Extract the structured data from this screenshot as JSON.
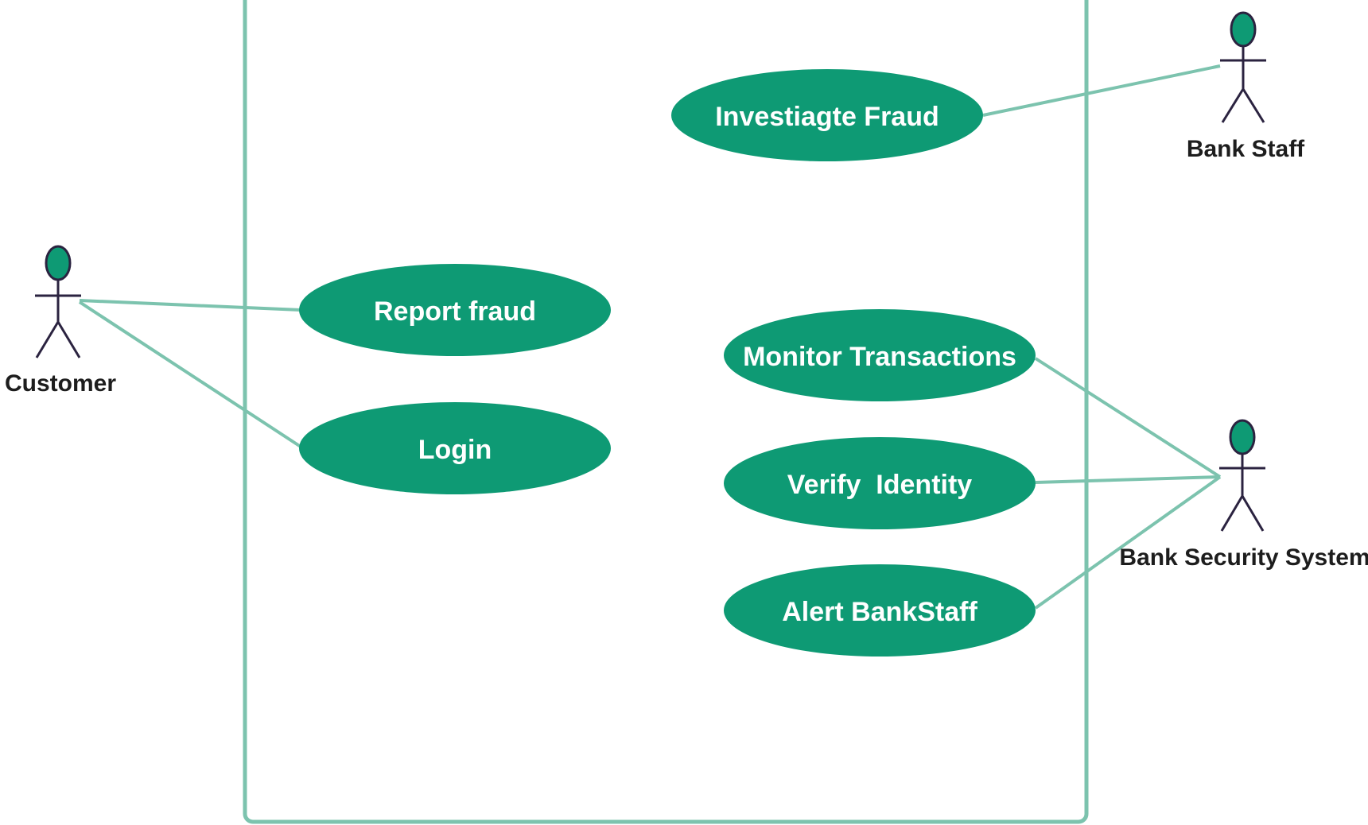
{
  "colors": {
    "use_case_fill": "#0e9a74",
    "use_case_text": "#ffffff",
    "line": "#7cc3ae",
    "boundary": "#7cc3ae",
    "actor_head": "#0e9a74",
    "actor_body": "#2b2340",
    "actor_label": "#1d1d1d"
  },
  "actors": {
    "customer": {
      "label": "Customer"
    },
    "bank_staff": {
      "label": "Bank Staff"
    },
    "bank_security_system": {
      "label": "Bank Security System"
    }
  },
  "use_cases": {
    "investigate_fraud": {
      "label": "Investiagte Fraud"
    },
    "report_fraud": {
      "label": "Report fraud"
    },
    "login": {
      "label": "Login"
    },
    "monitor_transactions": {
      "label": "Monitor Transactions"
    },
    "verify_identity": {
      "label": "Verify  Identity"
    },
    "alert_bank_staff": {
      "label": "Alert BankStaff"
    }
  },
  "associations": [
    {
      "from": "customer",
      "to": "report_fraud"
    },
    {
      "from": "customer",
      "to": "login"
    },
    {
      "from": "bank_staff",
      "to": "investigate_fraud"
    },
    {
      "from": "bank_security_system",
      "to": "monitor_transactions"
    },
    {
      "from": "bank_security_system",
      "to": "verify_identity"
    },
    {
      "from": "bank_security_system",
      "to": "alert_bank_staff"
    }
  ]
}
